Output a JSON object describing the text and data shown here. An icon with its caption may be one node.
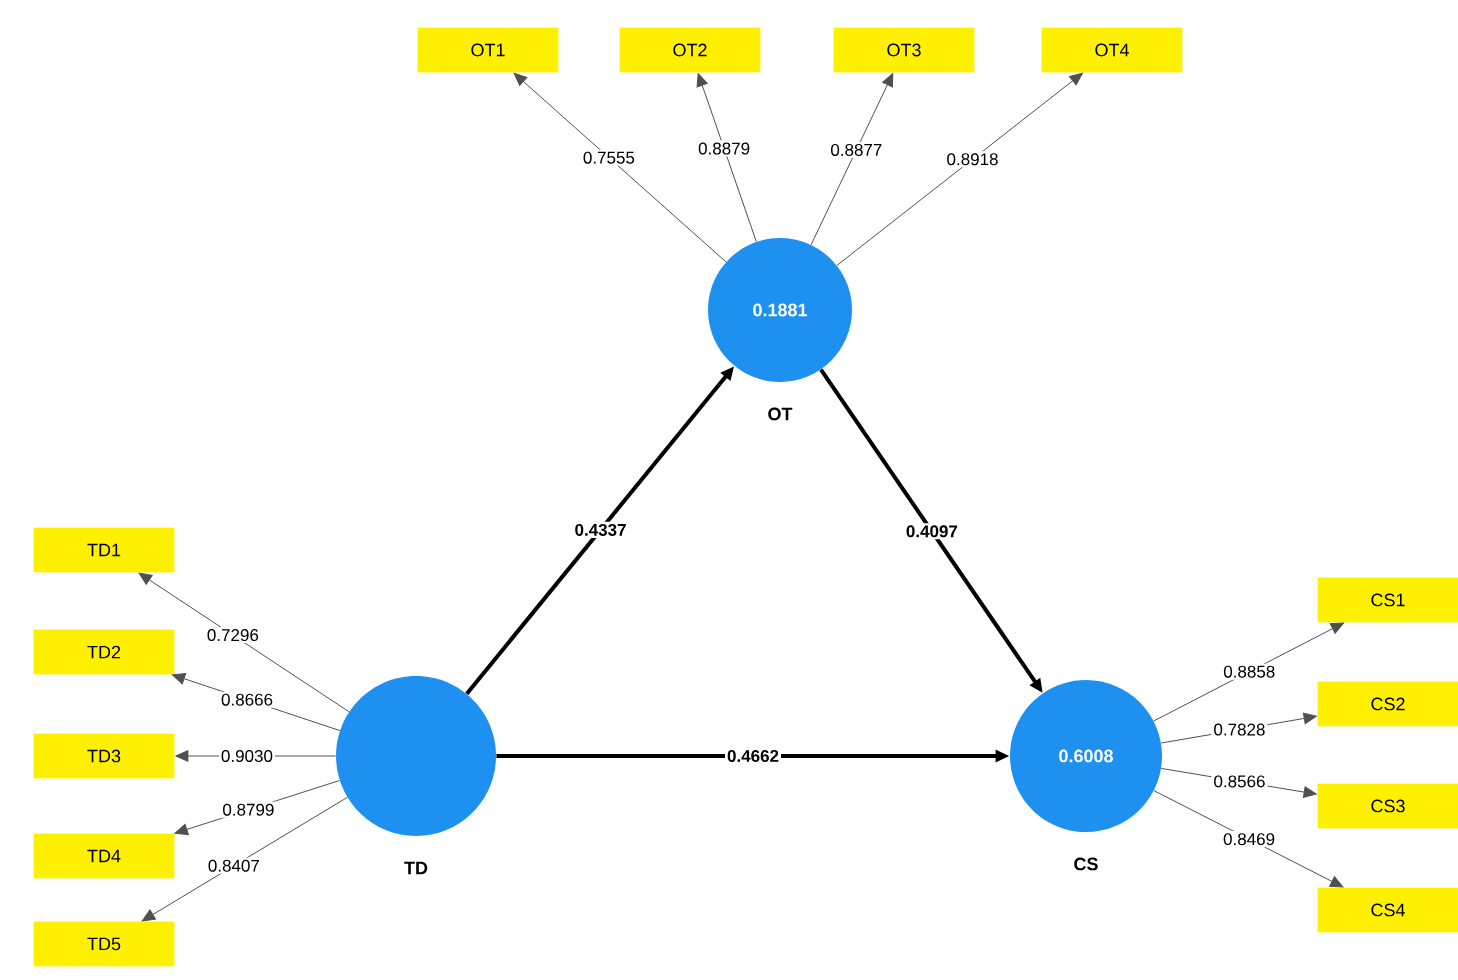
{
  "diagram": {
    "nodes": [
      {
        "text": [
          "OT1"
        ]
      },
      {
        "text": [
          "OT2"
        ]
      },
      {
        "text": [
          "OT3"
        ]
      },
      {
        "text": [
          "OT4"
        ]
      },
      {
        "text": [
          "0.1881",
          "OT"
        ]
      },
      {
        "text": [
          "TD1"
        ]
      },
      {
        "text": [
          "TD2"
        ]
      },
      {
        "text": [
          "TD3"
        ]
      },
      {
        "text": [
          "TD4"
        ]
      },
      {
        "text": [
          "TD5"
        ]
      },
      {
        "text": [
          "TD"
        ]
      },
      {
        "text": [
          "0.6008",
          "CS"
        ]
      },
      {
        "text": [
          "CS1"
        ]
      },
      {
        "text": [
          "CS2"
        ]
      },
      {
        "text": [
          "CS3"
        ]
      },
      {
        "text": [
          "CS4"
        ]
      }
    ],
    "edges": [
      {
        "from": 4,
        "to": 0,
        "arrow": "to",
        "label": "0.7555"
      },
      {
        "from": 4,
        "to": 1,
        "arrow": "to",
        "label": "0.8879"
      },
      {
        "from": 4,
        "to": 2,
        "arrow": "to",
        "label": "0.8877"
      },
      {
        "from": 4,
        "to": 3,
        "arrow": "to",
        "label": "0.8918"
      },
      {
        "from": 10,
        "to": 5,
        "arrow": "to",
        "label": "0.7296"
      },
      {
        "from": 10,
        "to": 6,
        "arrow": "to",
        "label": "0.8666"
      },
      {
        "from": 10,
        "to": 7,
        "arrow": "to",
        "label": "0.9030"
      },
      {
        "from": 10,
        "to": 8,
        "arrow": "to",
        "label": "0.8799"
      },
      {
        "from": 10,
        "to": 9,
        "arrow": "to",
        "label": "0.8407"
      },
      {
        "from": 10,
        "to": 4,
        "arrow": "to",
        "label": "0.4337",
        "style": "thick"
      },
      {
        "from": 4,
        "to": 11,
        "arrow": "to",
        "label": "0.4097",
        "style": "thick"
      },
      {
        "from": 10,
        "to": 11,
        "arrow": "to",
        "label": "0.4662",
        "style": "thick"
      },
      {
        "from": 11,
        "to": 12,
        "arrow": "to",
        "label": "0.8858"
      },
      {
        "from": 11,
        "to": 13,
        "arrow": "to",
        "label": "0.7828"
      },
      {
        "from": 11,
        "to": 14,
        "arrow": "to",
        "label": "0.8566"
      },
      {
        "from": 11,
        "to": 15,
        "arrow": "to",
        "label": "0.8469"
      }
    ]
  }
}
